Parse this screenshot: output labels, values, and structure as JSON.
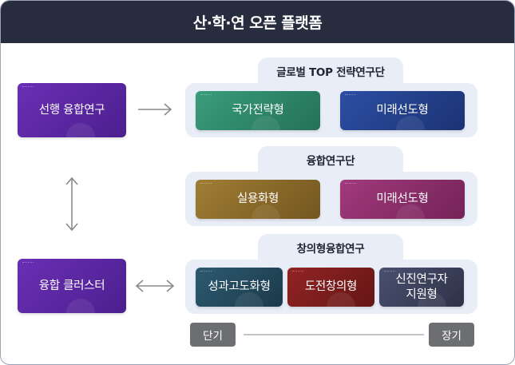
{
  "title": "산·학·연 오픈 플랫폼",
  "left_boxes": {
    "advanced": "선행 융합연구",
    "cluster": "융합 클러스터"
  },
  "groups": {
    "global": {
      "title": "글로벌 TOP 전략연구단",
      "items": [
        "국가전략형",
        "미래선도형"
      ]
    },
    "convergence": {
      "title": "융합연구단",
      "items": [
        "실용화형",
        "미래선도형"
      ]
    },
    "creative": {
      "title": "창의형융합연구",
      "items": [
        "성과고도화형",
        "도전창의형",
        "신진연구자\n지원형"
      ]
    }
  },
  "timeline": {
    "start": "단기",
    "end": "장기"
  },
  "colors": {
    "header": "#272c3e",
    "left_box": "#5a27a0",
    "national_strategy": "#2e8a6d",
    "future_leading_blue": "#223f8c",
    "practical": "#8a6a2a",
    "future_leading_magenta": "#8d2d6a",
    "performance": "#24485a",
    "challenge": "#7a1c1c",
    "young_researcher": "#3b4058",
    "group_bg": "#e9edf7",
    "pill": "#6d6e72"
  }
}
